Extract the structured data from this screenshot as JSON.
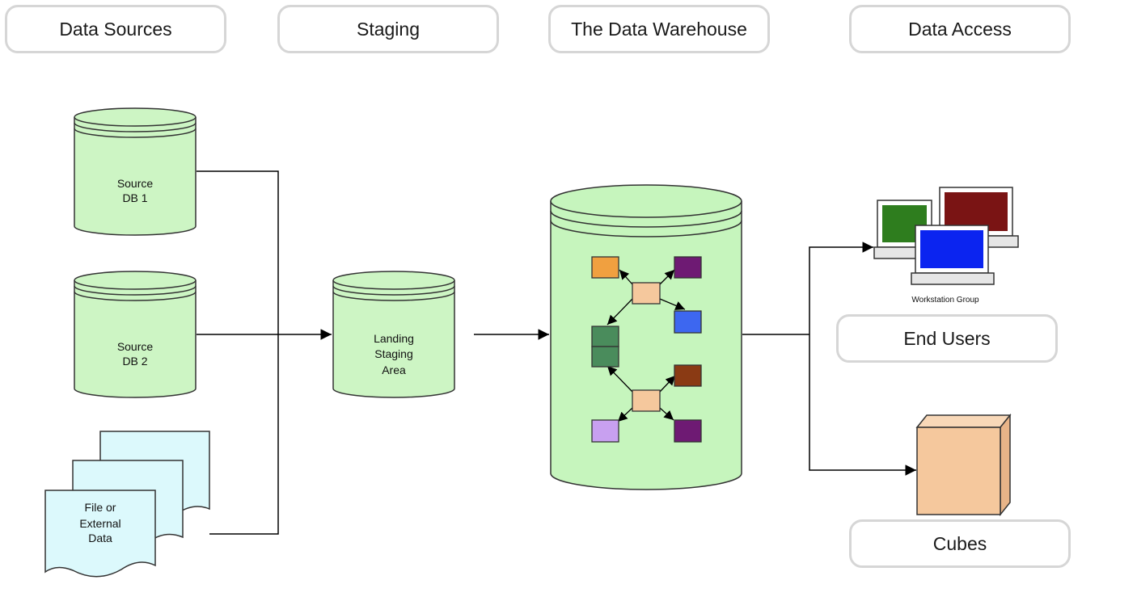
{
  "headers": {
    "data_sources": "Data Sources",
    "staging": "Staging",
    "warehouse": "The Data Warehouse",
    "data_access": "Data Access"
  },
  "sources": {
    "db1": [
      "Source",
      "DB 1"
    ],
    "db2": [
      "Source",
      "DB 2"
    ],
    "file": [
      "File or",
      "External",
      "Data"
    ]
  },
  "staging_area": [
    "Landing",
    "Staging",
    "Area"
  ],
  "access": {
    "workstation_group": "Workstation Group",
    "end_users": "End Users",
    "cubes": "Cubes"
  },
  "colors": {
    "db_fill": "#cdf5c4",
    "page_fill": "#dcf9fc",
    "warehouse_fill": "#c6f5bd",
    "cube_fill": "#f5c89d",
    "monitor_green": "#2e7d1e",
    "monitor_red": "#7a1414",
    "monitor_blue": "#0b24f0",
    "block_orange": "#f0a040",
    "block_purple": "#6e1a73",
    "block_peach": "#f5c89d",
    "block_blue": "#3d67f0",
    "block_green": "#4a8c5c",
    "block_brown": "#8a3a14",
    "block_lavender": "#c8a0f0"
  }
}
